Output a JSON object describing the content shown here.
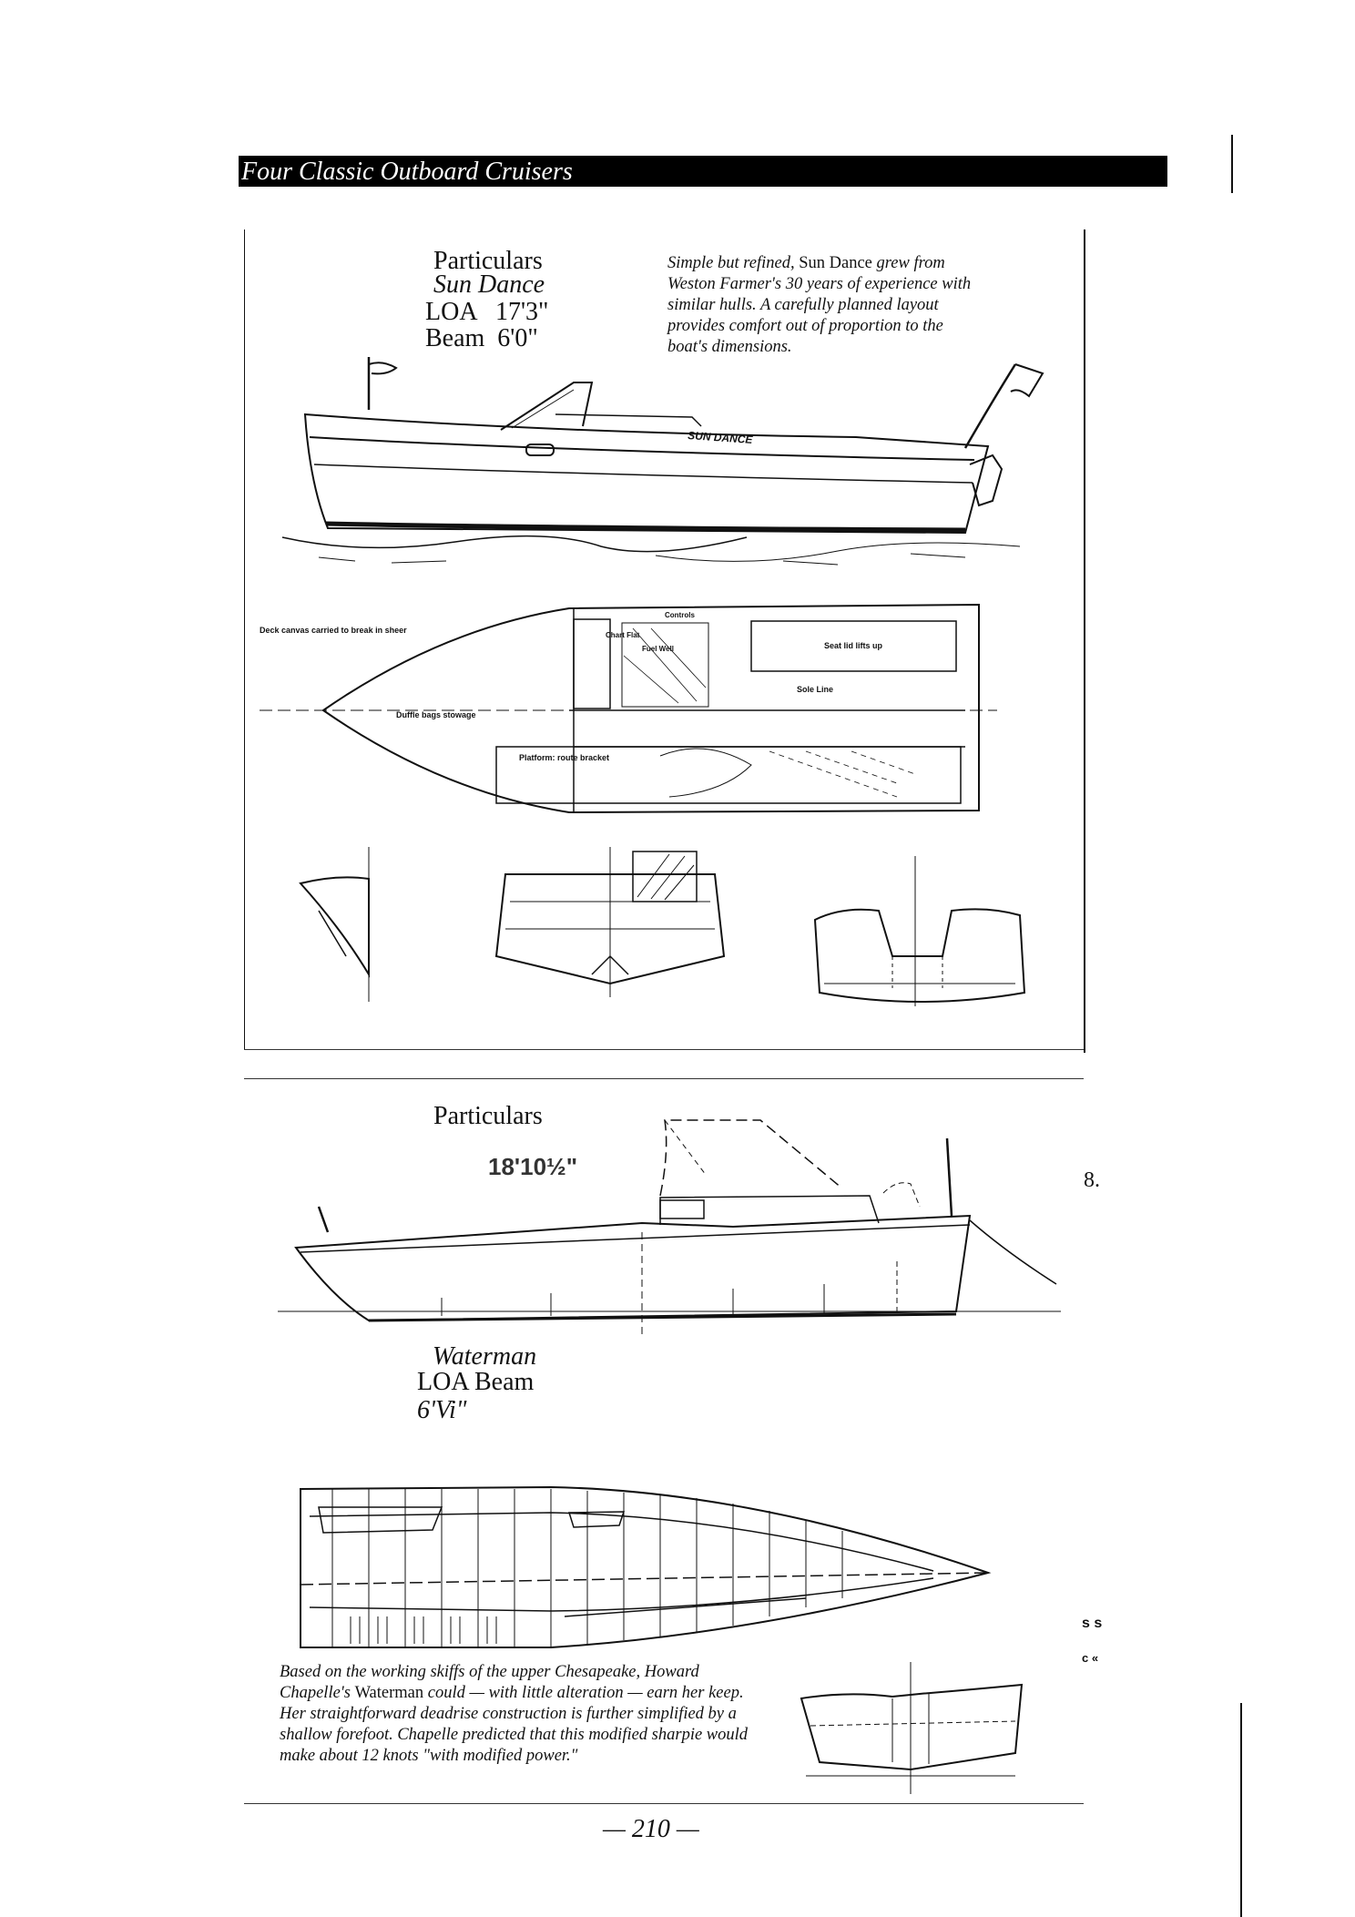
{
  "page": {
    "running_head": "Four Classic Outboard Cruisers",
    "page_number": "— 210 —"
  },
  "sun_dance": {
    "particulars_label": "Particulars",
    "boat_name": "Sun Dance",
    "loa": "LOA   17'3\"",
    "beam": "Beam  6'0\"",
    "caption_lead": "Simple but refined,",
    "caption_name": "Sun Dance",
    "caption_rest": "grew from Weston Farmer's 30 years of experience with similar hulls. A carefully planned layout provides comfort out of proportion to the boat's dimensions.",
    "hull_lettering": "SUN DANCE",
    "plan_notes": {
      "deck_note": "Deck canvas carried to break in sheer",
      "duffle_note": "Duffle bags stowage",
      "platform_note": "Platform: route bracket",
      "chart_flat": "Chart Flat",
      "controls": "Controls",
      "fuel_well": "Fuel Well",
      "seat_lid": "Seat lid lifts up",
      "sole_line": "Sole Line"
    }
  },
  "waterman": {
    "particulars_label": "Particulars",
    "loa_drawing_label": "18'10½\"",
    "boat_name": "Waterman",
    "loa_beam": "LOA Beam",
    "beam_value": "6'Vi\"",
    "caption_lead": "Based on the working skiffs of the upper Chesapeake, Howard Chapelle's",
    "caption_name": "Waterman",
    "caption_rest": "could — with little alteration — earn her keep. Her straightforward deadrise construction is further simplified by a shallow forefoot. Chapelle predicted that this modified sharpie would make about 12 knots \"with modified power.\""
  },
  "margin_marks": {
    "right_upper": "8.",
    "right_ss": "s s",
    "right_c": "c «"
  }
}
